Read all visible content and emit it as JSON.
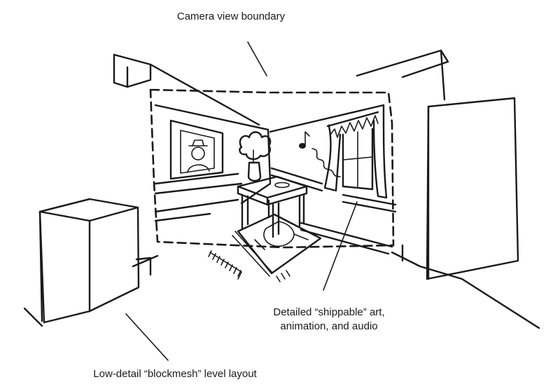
{
  "annotations": {
    "camera_view": "Camera view boundary",
    "detailed_art_line1": "Detailed “shippable” art,",
    "detailed_art_line2": "animation, and audio",
    "blockmesh": "Low-detail “blockmesh” level layout"
  },
  "icons": {
    "music": "music-note-icon"
  },
  "colors": {
    "ink": "#1a1a1a",
    "paper": "#ffffff"
  }
}
